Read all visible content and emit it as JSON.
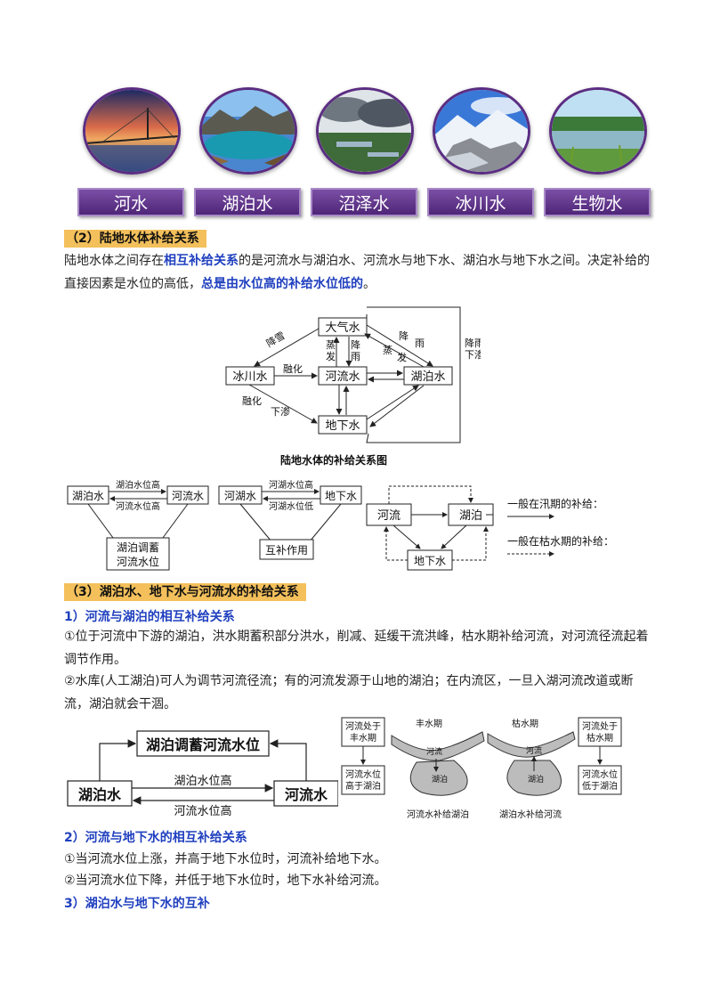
{
  "photos": [
    {
      "label": "河水"
    },
    {
      "label": "湖泊水"
    },
    {
      "label": "沼泽水"
    },
    {
      "label": "冰川水"
    },
    {
      "label": "生物水"
    }
  ],
  "section2": {
    "heading": "（2）陆地水体补给关系",
    "p1_a": "陆地水体之间存在",
    "p1_hl": "相互补给关系",
    "p1_b": "的是河流水与湖泊水、河流水与地下水、湖泊水与地下水之间。决定补给的直接因素是水位的高低，",
    "p1_hl2": "总是由水位高的补给水位低的",
    "p1_c": "。"
  },
  "diagram1": {
    "atmosphere": "大气水",
    "glacier": "冰川水",
    "river": "河流水",
    "lake": "湖泊水",
    "ground": "地下水",
    "snow": "降雪",
    "evap1_a": "蒸",
    "evap1_b": "发",
    "rain1_a": "降",
    "rain1_b": "雨",
    "rain2_a": "降",
    "rain2_b": "雨",
    "evap2_a": "蒸",
    "evap2_b": "发",
    "melt1": "融化",
    "melt2": "融化",
    "seep1": "下渗",
    "rain_seep_a": "降雨",
    "rain_seep_b": "下渗",
    "caption": "陆地水体的补给关系图"
  },
  "diagram2": {
    "a_lake": "湖泊水",
    "a_river": "河流水",
    "a_top": "湖泊水位高",
    "a_bottom": "河流水位高",
    "a_box_1": "湖泊调蓄",
    "a_box_2": "河流水位",
    "b_river": "河湖水",
    "b_ground": "地下水",
    "b_top": "河湖水位高",
    "b_bottom": "河湖水位低",
    "b_box": "互补作用",
    "c_river": "河流",
    "c_lake": "湖泊",
    "c_ground": "地下水",
    "legend_flood": "一般在汛期的补给：",
    "legend_dry": "一般在枯水期的补给："
  },
  "section3": {
    "heading": "（3）湖泊水、地下水与河流水的补给关系",
    "sub1": "1）河流与湖泊的相互补给关系",
    "p1": "①位于河流中下游的湖泊，洪水期蓄积部分洪水，削减、延缓干流洪峰，枯水期补给河流，对河流径流起着调节作用。",
    "p2": "②水库(人工湖泊)可人为调节河流径流；有的河流发源于山地的湖泊；在内流区，一旦入湖河流改道或断流，湖泊就会干涸。",
    "sub2": "2）河流与地下水的相互补给关系",
    "p3": "①当河流水位上涨，并高于地下水位时，河流补给地下水。",
    "p4": "②当河流水位下降，并低于地下水位时，地下水补给河流。",
    "sub3": "3）湖泊水与地下水的互补"
  },
  "diagram3": {
    "top": "湖泊调蓄河流水位",
    "lake": "湖泊水",
    "river": "河流水",
    "upper": "湖泊水位高",
    "lower": "河流水位高"
  },
  "diagram4": {
    "box1_a": "河流处于",
    "box1_b": "丰水期",
    "box2_a": "河流水位",
    "box2_b": "高于湖泊",
    "flood": "丰水期",
    "river_l": "河流",
    "lake_l": "湖泊",
    "cap_l": "河流水补给湖泊",
    "dry": "枯水期",
    "river_r": "河流",
    "lake_r": "湖泊",
    "box3_a": "河流处于",
    "box3_b": "枯水期",
    "box4_a": "河流水位",
    "box4_b": "低于湖泊",
    "cap_r": "湖泊水补给河流"
  }
}
